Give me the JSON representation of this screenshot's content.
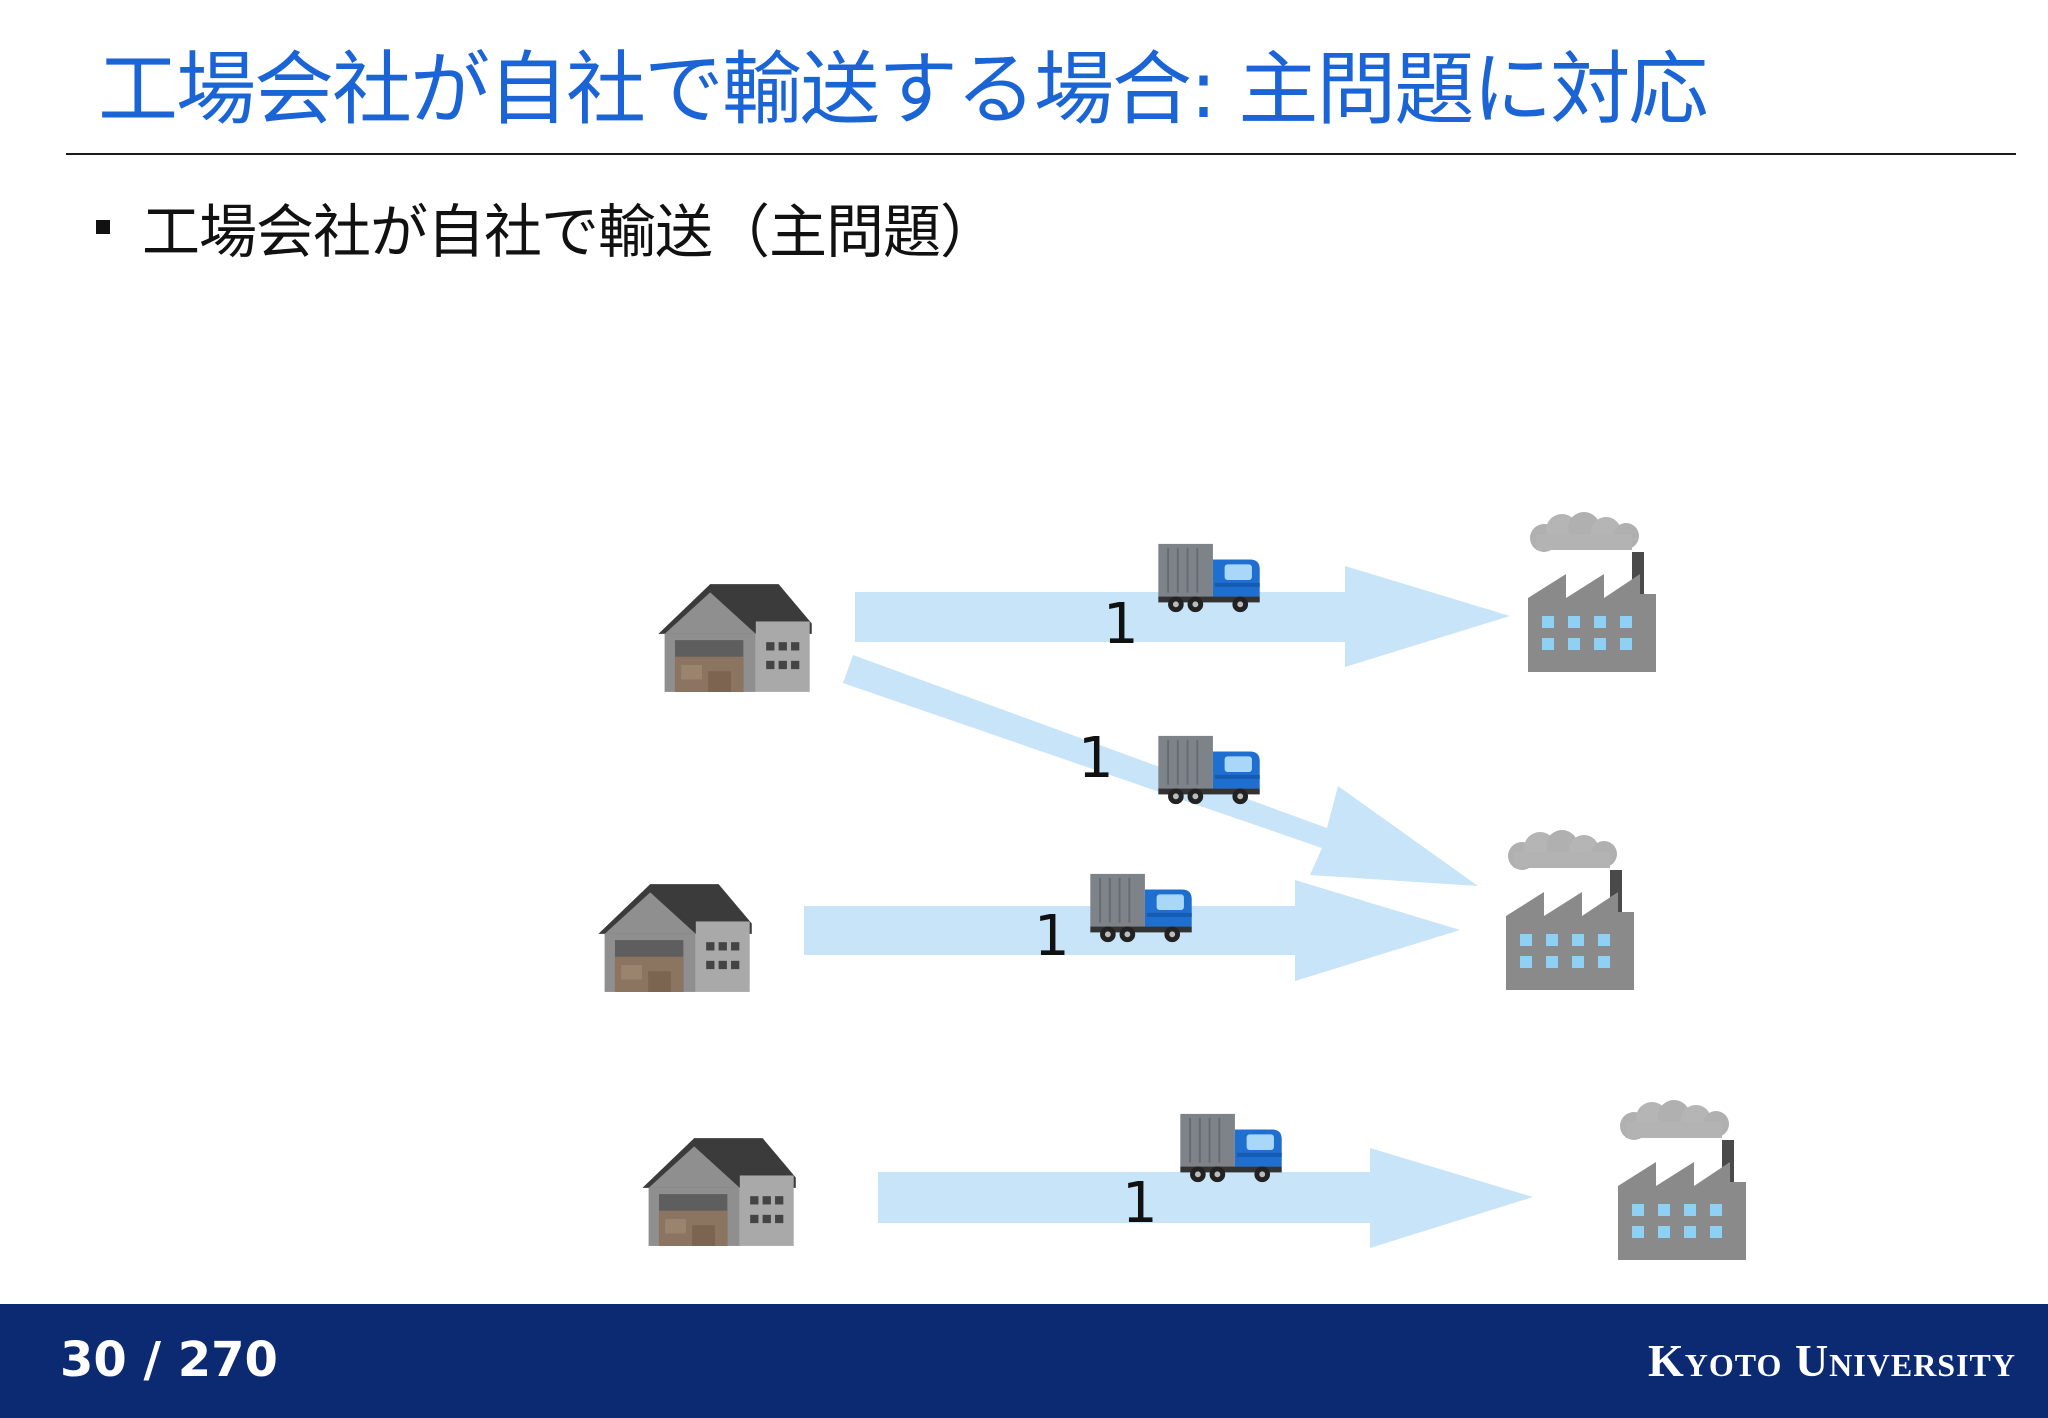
{
  "slide": {
    "title": "工場会社が自社で輸送する場合: 主問題に対応",
    "bullet": "工場会社が自社で輸送（主問題）"
  },
  "diagram": {
    "flows": [
      {
        "from": "warehouse-1",
        "to": "factory-1",
        "label": "1"
      },
      {
        "from": "warehouse-1",
        "to": "factory-2",
        "label": "1"
      },
      {
        "from": "warehouse-2",
        "to": "factory-2",
        "label": "1"
      },
      {
        "from": "warehouse-3",
        "to": "factory-3",
        "label": "1"
      }
    ],
    "icons": {
      "source": "warehouse-icon",
      "destination": "factory-icon",
      "vehicle": "truck-icon"
    },
    "colors": {
      "arrow": "#c7e4f8",
      "truck_cab": "#1f6fd1",
      "truck_cargo": "#7d8389",
      "factory": "#8a8a8a",
      "window": "#8fd0f5"
    }
  },
  "footer": {
    "page": "30 / 270",
    "university": "Kyoto University"
  }
}
